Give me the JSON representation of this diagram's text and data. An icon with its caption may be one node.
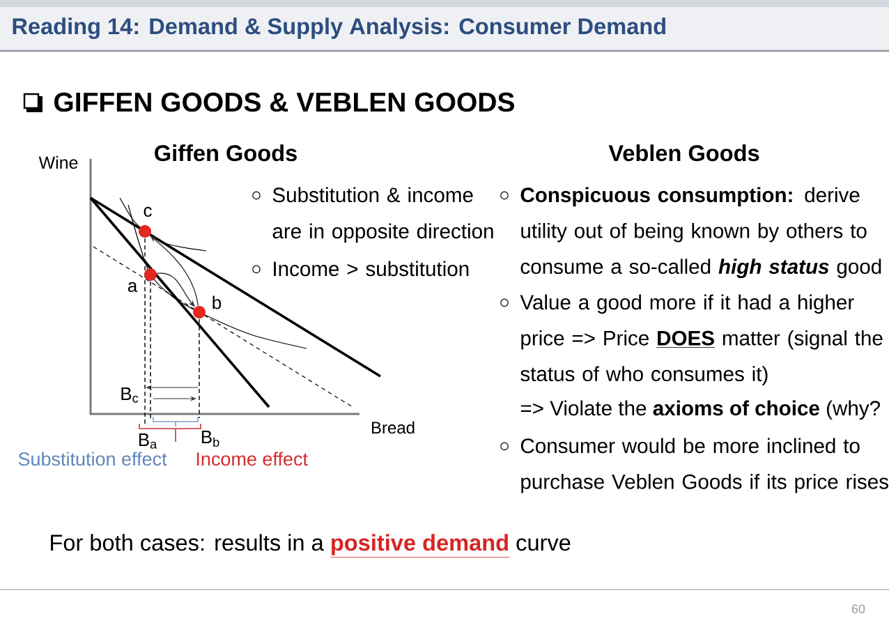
{
  "diagram": {
    "title": "Reading 14: Demand & Supply Analysis: Consumer Demand",
    "nodes": [
      {
        "text": [],
        "shape": "circle",
        "beside": [
          "c"
        ]
      },
      {
        "text": [],
        "shape": "circle",
        "beside": [
          "a"
        ]
      },
      {
        "text": [],
        "shape": "circle",
        "beside": [
          "b"
        ]
      }
    ],
    "edges": [
      {
        "from": 1,
        "to": 2,
        "arrow": "to"
      },
      {
        "from": 2,
        "to": 0,
        "arrow": "to"
      }
    ],
    "labels": [
      "GIFFEN GOODS & VEBLEN GOODS",
      "Giffen Goods",
      "Wine",
      "Substitution & income are in opposite direction",
      "Income > substitution",
      "B$_{c}$",
      "Bread",
      "B$_{a}$",
      "B$_{b}$",
      "Substitution effect",
      "Income effect",
      "Veblen Goods",
      "**Conspicuous consumption:** derive utility out of being known by others to consume a so-called *high status* good",
      "Value a good more if it had a higher price => Price **DOES** matter (signal the status of who consumes it)",
      "=> Violate the **axioms of choice** (why?",
      "Consumer would be more inclined to purchase Veblen Goods if its price rises",
      "For both cases: results in a **positive demand** curve",
      "60"
    ]
  }
}
